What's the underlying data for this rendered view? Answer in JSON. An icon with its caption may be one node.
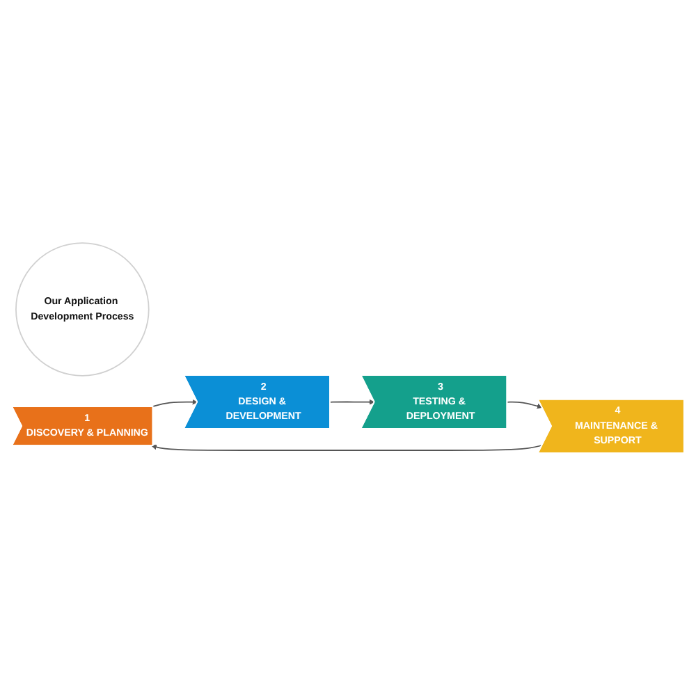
{
  "diagram": {
    "nodes": [
      {
        "text": [
          "Our Application Development Process"
        ]
      },
      {
        "text": [
          "1",
          "DISCOVERY & PLANNING"
        ]
      },
      {
        "text": [
          "2",
          "DESIGN & DEVELOPMENT"
        ]
      },
      {
        "text": [
          "3",
          "TESTING & DEPLOYMENT"
        ]
      },
      {
        "text": [
          "4",
          "MAINTENANCE & SUPPORT"
        ]
      }
    ],
    "edges": [
      {
        "from": 1,
        "to": 2,
        "arrow": "to"
      },
      {
        "from": 2,
        "to": 3,
        "arrow": "to"
      },
      {
        "from": 3,
        "to": 4,
        "arrow": "to"
      },
      {
        "from": 4,
        "to": 1,
        "arrow": "to"
      }
    ]
  }
}
